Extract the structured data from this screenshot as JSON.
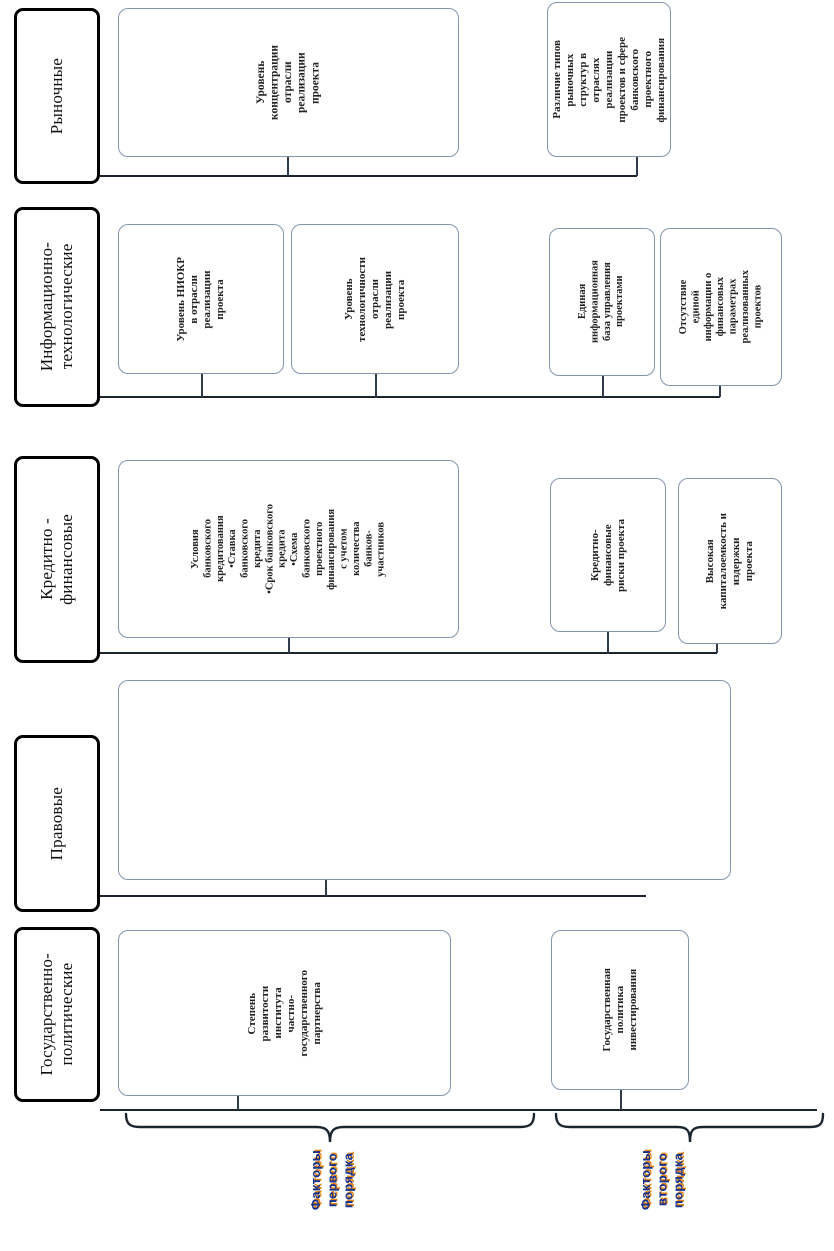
{
  "diagram": {
    "orientation": "rotated-90-ccw",
    "language": "ru",
    "colors": {
      "category_border": "#000000",
      "factor_border": "#8496ad",
      "connector": "#2f3b4a",
      "order_label_text": "#12318f",
      "order_label_shadow": "#e8830c",
      "background": "#ffffff"
    },
    "categories": [
      {
        "id": "market",
        "label": "Рыночные",
        "first_order": [
          {
            "id": "market-concentration",
            "text": "Уровень\nконцентрации\nотрасли\nреализации\nпроекта"
          }
        ],
        "second_order": [
          {
            "id": "market-structure-diff",
            "text": "Различие типов\nрыночных\nструктур в\nотраслях\nреализации\nпроектов и сфере\nбанковского\nпроектного\nфинансирования"
          }
        ]
      },
      {
        "id": "info-tech",
        "label": "Информационно-\nтехнологические",
        "first_order": [
          {
            "id": "rnd-level",
            "text": "Уровень НИОКР\nв отрасли\nреализации\nпроекта"
          },
          {
            "id": "tech-level",
            "text": "Уровень\nтехнологичности\nотрасли\nреализации\nпроекта"
          }
        ],
        "second_order": [
          {
            "id": "unified-info-base",
            "text": "Единая\nинформационная\nбаза управления\nпроектами"
          },
          {
            "id": "no-unified-info",
            "text": "Отсутствие\nединой\nинформации о\nфинансовых\nпараметрах\nреализованных\nпроектов"
          }
        ]
      },
      {
        "id": "credit-finance",
        "label": "Кредитно -\nфинансовые",
        "first_order": [
          {
            "id": "bank-credit-terms",
            "text": "Условия\nбанковского\nкредитования\n•Ставка\nбанковского\nкредита\n•Срок банковского\nкредита\n•Схема\nбанковского\nпроектного\nфинансирования\nс учетом\nколичества\nбанков-\nучастников"
          }
        ],
        "second_order": [
          {
            "id": "credit-finance-risks",
            "text": "Кредитно-\nфинансовые\nриски проекта"
          },
          {
            "id": "high-capital-costs",
            "text": "Высокая\nкапиталоемкость и\nиздержки\nпроекта"
          }
        ]
      },
      {
        "id": "legal",
        "label": "Правовые",
        "first_order": [
          {
            "id": "legal-empty",
            "text": ""
          }
        ],
        "second_order": []
      },
      {
        "id": "state-political",
        "label": "Государственно-\nполитические",
        "first_order": [
          {
            "id": "ppp-development",
            "text": "Степень\nразвитости\nинститута\nчастно-\nгосударственного\nпартнерства"
          }
        ],
        "second_order": [
          {
            "id": "state-investment-policy",
            "text": "Государственная\nполитика\nинвестирования"
          }
        ]
      }
    ],
    "order_labels": [
      {
        "id": "first-order",
        "text": "Факторы\nпервого\nпорядка"
      },
      {
        "id": "second-order",
        "text": "Факторы\nвторого\nпорядка"
      }
    ]
  }
}
